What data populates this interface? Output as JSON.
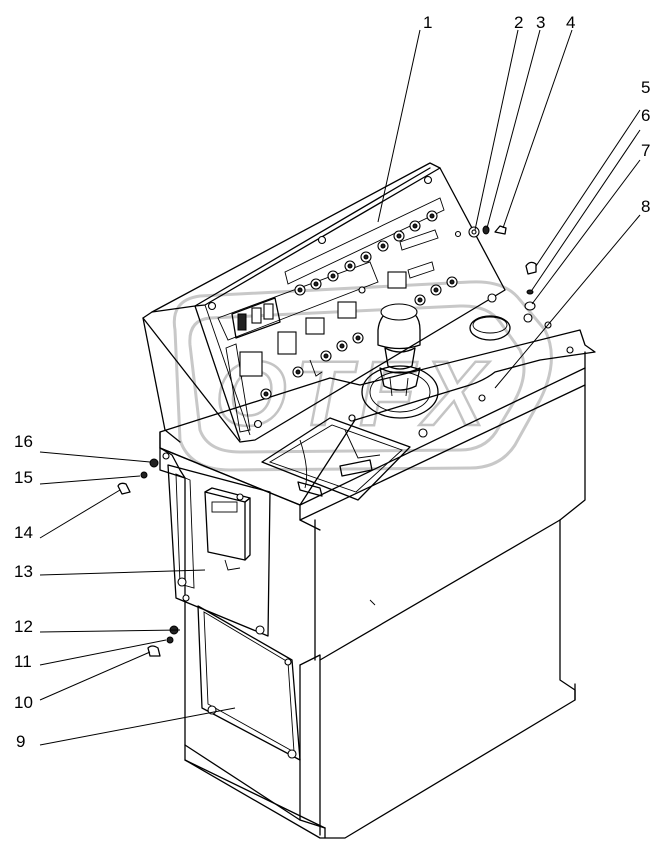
{
  "figure": {
    "watermark_text": "OTFX",
    "callouts": [
      {
        "id": "c1",
        "label": "1"
      },
      {
        "id": "c2",
        "label": "2"
      },
      {
        "id": "c3",
        "label": "3"
      },
      {
        "id": "c4",
        "label": "4"
      },
      {
        "id": "c5",
        "label": "5"
      },
      {
        "id": "c6",
        "label": "6"
      },
      {
        "id": "c7",
        "label": "7"
      },
      {
        "id": "c8",
        "label": "8"
      },
      {
        "id": "c9",
        "label": "9"
      },
      {
        "id": "c10",
        "label": "10"
      },
      {
        "id": "c11",
        "label": "11"
      },
      {
        "id": "c12",
        "label": "12"
      },
      {
        "id": "c13",
        "label": "13"
      },
      {
        "id": "c14",
        "label": "14"
      },
      {
        "id": "c15",
        "label": "15"
      },
      {
        "id": "c16",
        "label": "16"
      }
    ]
  }
}
